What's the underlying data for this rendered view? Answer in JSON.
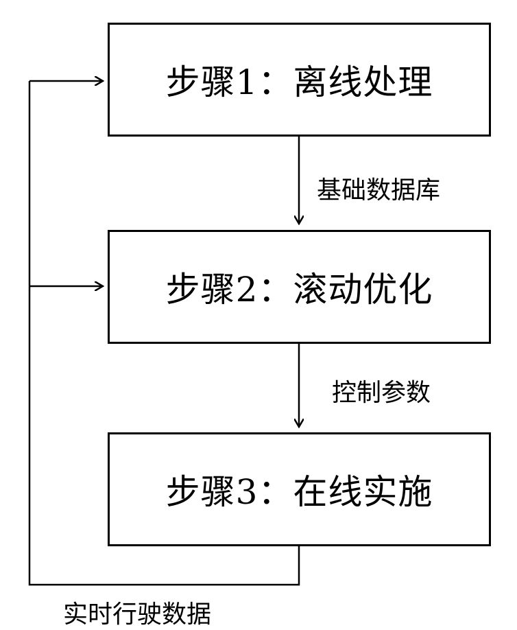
{
  "steps": [
    {
      "label": "步骤1：离线处理"
    },
    {
      "label": "步骤2：滚动优化"
    },
    {
      "label": "步骤3：在线实施"
    }
  ],
  "edges": {
    "step1_to_step2": "基础数据库",
    "step2_to_step3": "控制参数",
    "feedback": "实时行驶数据"
  },
  "colors": {
    "line": "#000000",
    "background": "#ffffff"
  }
}
